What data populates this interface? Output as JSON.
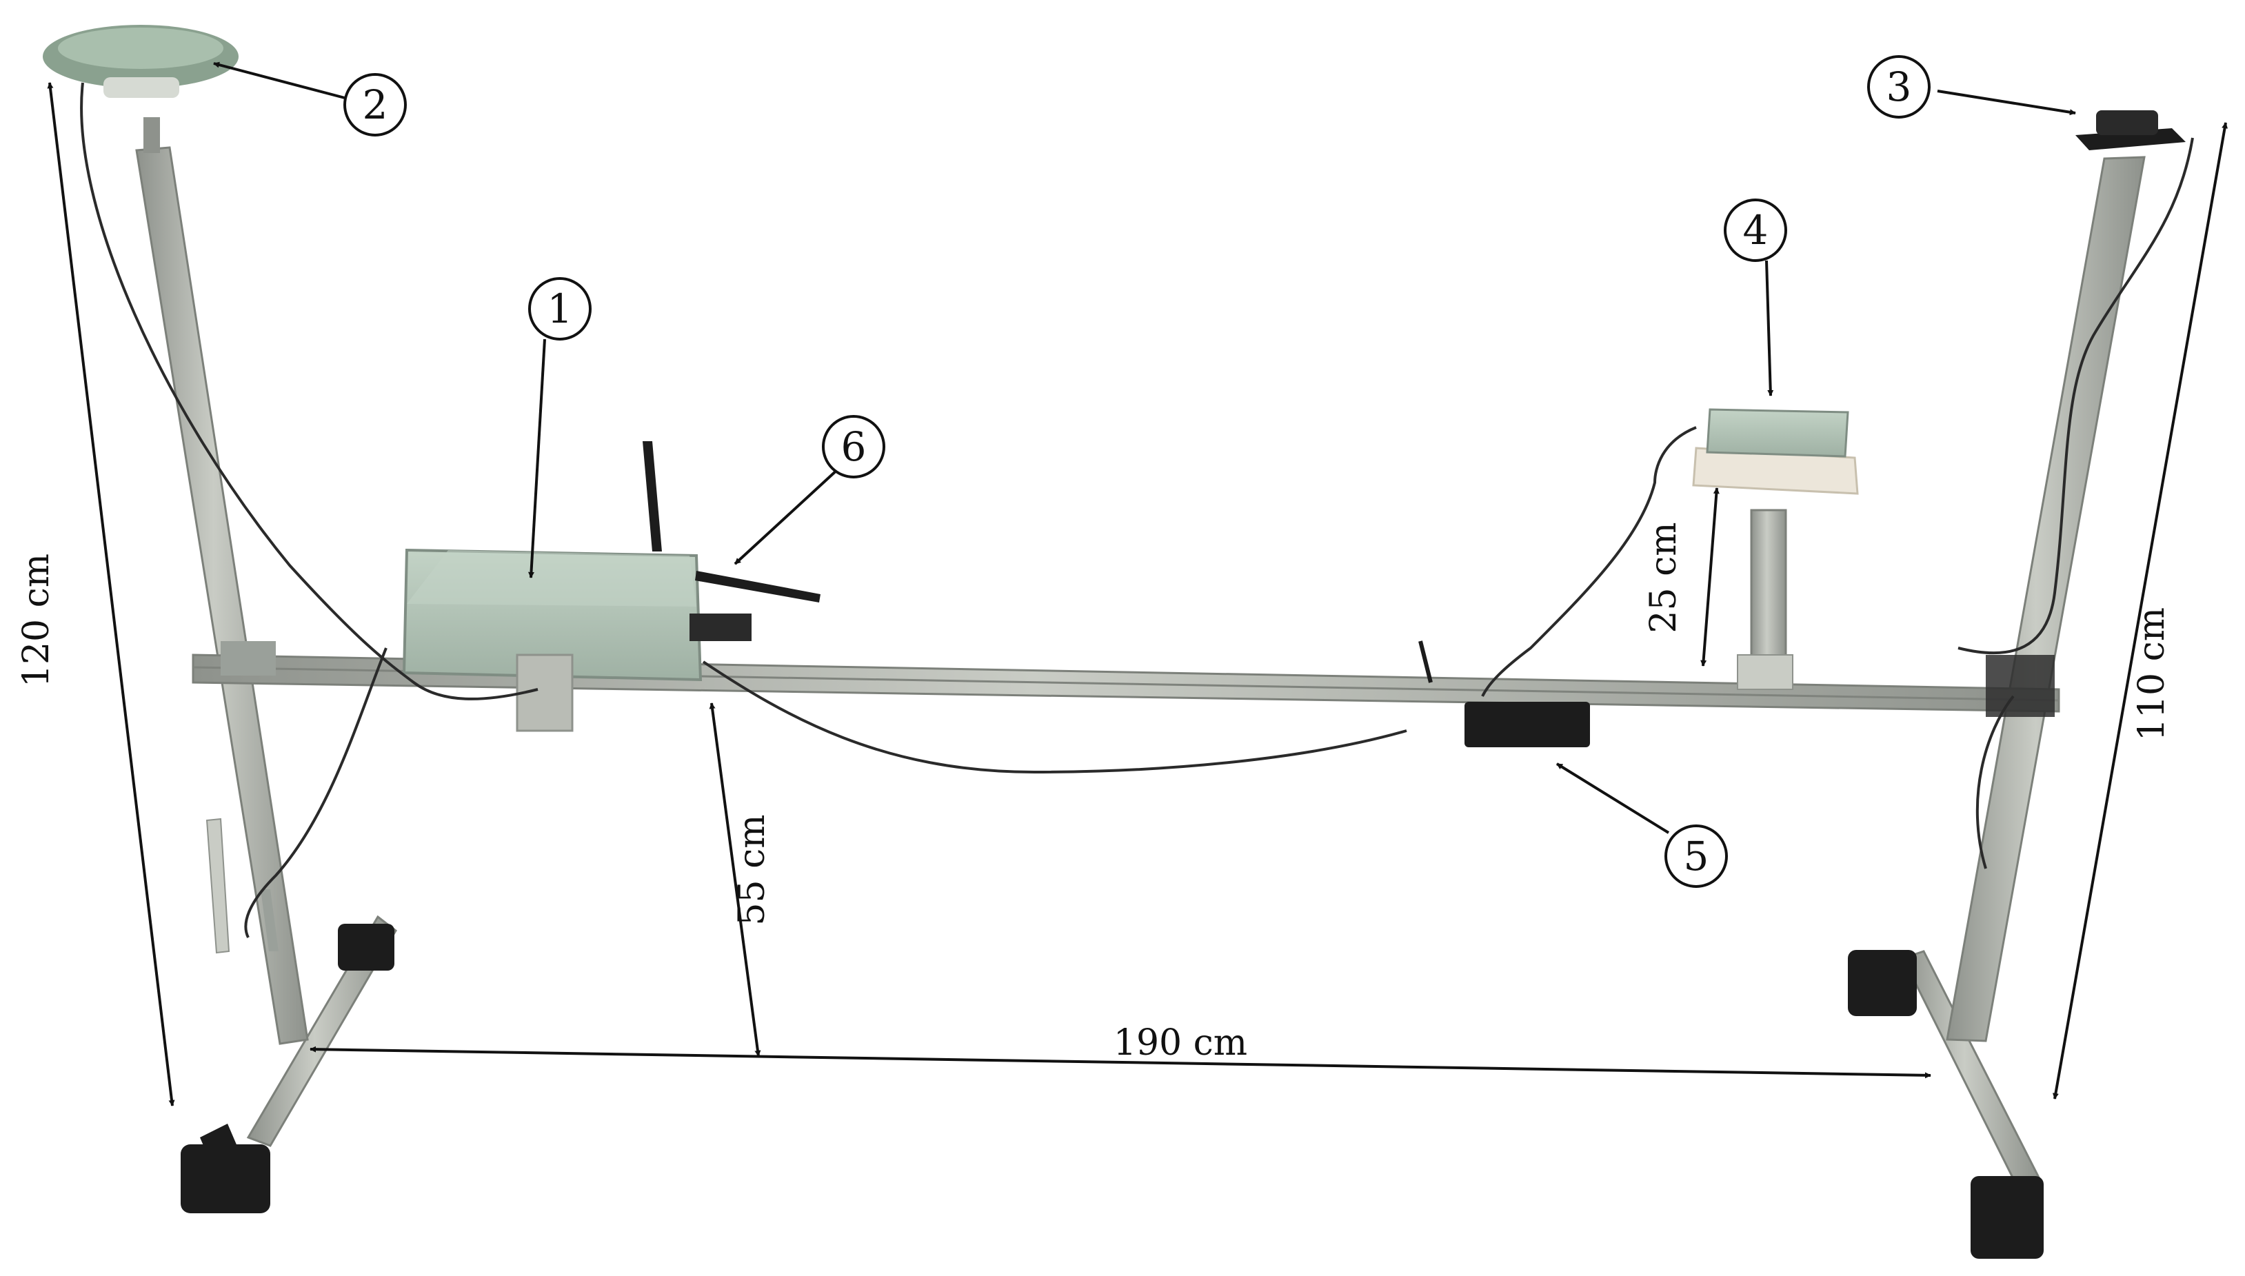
{
  "colors": {
    "background": "#ffffff",
    "aluminum": "#b9bcb5",
    "aluminum_dark": "#8e928c",
    "enclosure": "#a8b9ad",
    "enclosure_top": "#c3d3c6",
    "antenna_dome": "#8aa18f",
    "black": "#1c1c1c",
    "cable": "#2a2a2a",
    "annotation": "#111111"
  },
  "icons": {
    "gnss-antenna": "dome antenna on left pole",
    "imu": "small black box on right pole",
    "control-box": "grey-green enclosure with antennas",
    "sensor-box": "small enclosure on short post",
    "battery": "black box under crossbar",
    "wifi-antennas": "two whip antennas"
  },
  "callouts": {
    "c1": "1",
    "c2": "2",
    "c3": "3",
    "c4": "4",
    "c5": "5",
    "c6": "6"
  },
  "dimensions": {
    "left_height": "120 cm",
    "right_height": "110 cm",
    "width": "190 cm",
    "beam_height": "55 cm",
    "post_height": "25 cm"
  }
}
